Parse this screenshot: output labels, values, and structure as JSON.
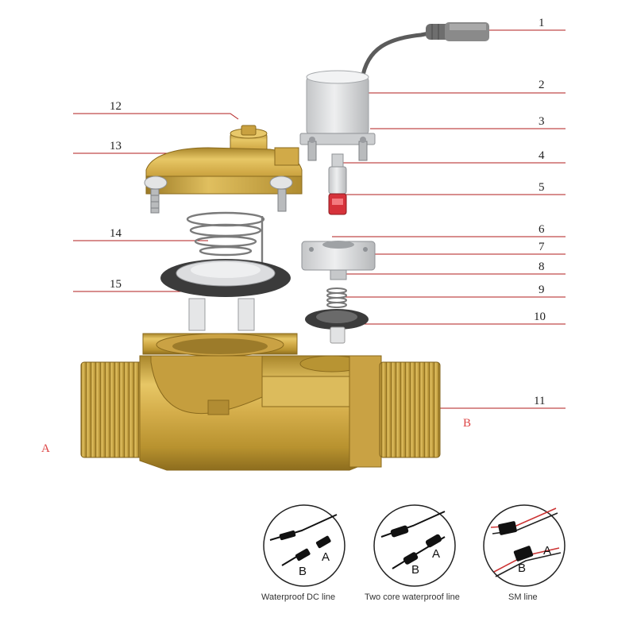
{
  "callouts": [
    "1",
    "2",
    "3",
    "4",
    "5",
    "6",
    "7",
    "8",
    "9",
    "10",
    "11",
    "12",
    "13",
    "14",
    "15"
  ],
  "side_labels": {
    "inlet": "A",
    "outlet": "B"
  },
  "connectors": [
    {
      "caption": "Waterproof DC line",
      "a": "A",
      "b": "B"
    },
    {
      "caption": "Two core waterproof line",
      "a": "A",
      "b": "B"
    },
    {
      "caption": "SM line",
      "a": "A",
      "b": "B"
    }
  ],
  "colors": {
    "brass": "#d4ad4a",
    "leader": "#b11c1c",
    "grey_part": "#d9dbdd",
    "gasket": "#3b3b3b"
  }
}
